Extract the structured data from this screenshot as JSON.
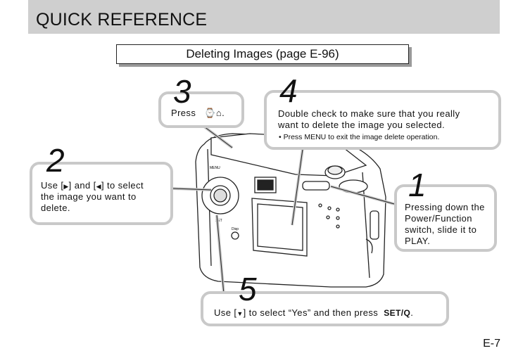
{
  "header": {
    "title": "QUICK REFERENCE"
  },
  "section": {
    "title": "Deleting Images (page E-96)"
  },
  "steps": [
    {
      "number": "1",
      "text_lines": [
        "Pressing down the",
        "Power/Function",
        "switch, slide it to",
        "PLAY."
      ]
    },
    {
      "number": "2",
      "text_pre": "Use [",
      "glyph_right": "▶",
      "text_mid": "] and [",
      "glyph_left": "◀",
      "text_post": "] to select",
      "text_lines": [
        "the image you want to",
        "delete."
      ]
    },
    {
      "number": "3",
      "text": "Press",
      "icons": "⌚⌂",
      "text_post": "."
    },
    {
      "number": "4",
      "text_lines": [
        "Double check to make sure that you really",
        "want to delete the image you selected."
      ],
      "bullet": "•  Press MENU to exit the image delete operation."
    },
    {
      "number": "5",
      "text_pre": "Use [",
      "glyph_down": "▼",
      "text_mid": "] to select “Yes” and then press",
      "key": "SET/Q",
      "text_post": "."
    }
  ],
  "camera_labels": {
    "menu": "MENU",
    "disp": "Disp",
    "set": "SET"
  },
  "page_number": "E-7"
}
